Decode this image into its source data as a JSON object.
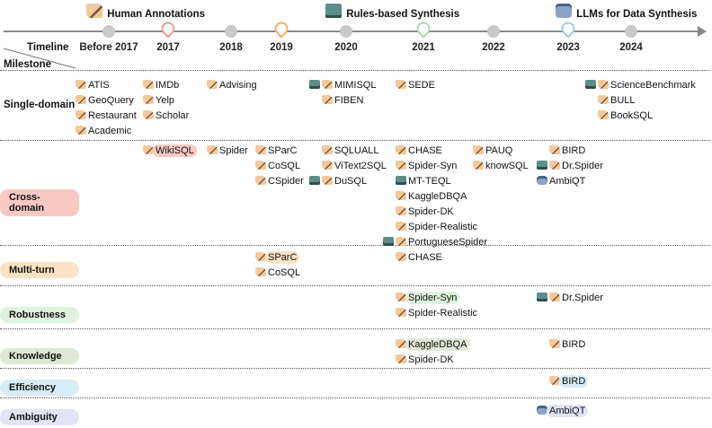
{
  "legend": {
    "human": "Human Annotations",
    "rules": "Rules-based Synthesis",
    "llm": "LLMs for Data Synthesis"
  },
  "header": {
    "timeline": "Timeline",
    "milestone": "Milestone"
  },
  "years": [
    "Before 2017",
    "2017",
    "2018",
    "2019",
    "2020",
    "2021",
    "2022",
    "2023",
    "2024"
  ],
  "rows": [
    "Single-domain",
    "Cross-domain",
    "Multi-turn",
    "Robustness",
    "Knowledge",
    "Efficiency",
    "Ambiguity"
  ],
  "entries": [
    {
      "t": "ATIS",
      "i": "hand"
    },
    {
      "t": "GeoQuery",
      "i": "hand"
    },
    {
      "t": "Restaurant",
      "i": "hand"
    },
    {
      "t": "Academic",
      "i": "hand"
    },
    {
      "t": "IMDb",
      "i": "hand"
    },
    {
      "t": "Yelp",
      "i": "hand"
    },
    {
      "t": "Scholar",
      "i": "hand"
    },
    {
      "t": "Advising",
      "i": "hand"
    },
    {
      "t": "MIMISQL",
      "i": "pc+hand"
    },
    {
      "t": "FIBEN",
      "i": "hand"
    },
    {
      "t": "SEDE",
      "i": "hand"
    },
    {
      "t": "ScienceBenchmark",
      "i": "pc+hand"
    },
    {
      "t": "BULL",
      "i": "hand"
    },
    {
      "t": "BookSQL",
      "i": "hand"
    },
    {
      "t": "WikiSQL",
      "i": "hand",
      "h": "#f8c9c3"
    },
    {
      "t": "Spider",
      "i": "hand"
    },
    {
      "t": "SParC",
      "i": "hand"
    },
    {
      "t": "CoSQL",
      "i": "hand"
    },
    {
      "t": "CSpider",
      "i": "hand"
    },
    {
      "t": "SQLUALL",
      "i": "hand"
    },
    {
      "t": "ViText2SQL",
      "i": "hand"
    },
    {
      "t": "DuSQL",
      "i": "pc+hand"
    },
    {
      "t": "CHASE",
      "i": "hand"
    },
    {
      "t": "Spider-Syn",
      "i": "hand"
    },
    {
      "t": "MT-TEQL",
      "i": "pc"
    },
    {
      "t": "KaggleDBQA",
      "i": "hand"
    },
    {
      "t": "Spider-DK",
      "i": "hand"
    },
    {
      "t": "Spider-Realistic",
      "i": "hand"
    },
    {
      "t": "PortugueseSpider",
      "i": "pc+hand"
    },
    {
      "t": "PAUQ",
      "i": "hand"
    },
    {
      "t": "knowSQL",
      "i": "hand"
    },
    {
      "t": "BIRD",
      "i": "hand"
    },
    {
      "t": "Dr.Spider",
      "i": "pc+hand"
    },
    {
      "t": "AmbiQT",
      "i": "bot"
    },
    {
      "t": "CHASE",
      "i": "hand"
    },
    {
      "t": "SParC",
      "i": "hand",
      "h": "#fde3c5"
    },
    {
      "t": "CoSQL",
      "i": "hand"
    },
    {
      "t": "Spider-Syn",
      "i": "hand",
      "h": "#ddf3dd"
    },
    {
      "t": "Spider-Realistic",
      "i": "hand"
    },
    {
      "t": "Dr.Spider",
      "i": "pc+hand"
    },
    {
      "t": "KaggleDBQA",
      "i": "hand",
      "h": "#dfe8d6"
    },
    {
      "t": "Spider-DK",
      "i": "hand"
    },
    {
      "t": "BIRD",
      "i": "hand"
    },
    {
      "t": "BIRD",
      "i": "hand",
      "h": "#d5eef8"
    },
    {
      "t": "AmbiQT",
      "i": "bot",
      "h": "#e3e3f8"
    }
  ],
  "colors": {
    "pill_cross": "#f8c9c3",
    "pill_multi": "#fde3c5",
    "pill_robust": "#ddf3dd",
    "pill_know": "#dfe8d6",
    "pill_eff": "#d5eef8",
    "pill_amb": "#e3e3f8",
    "pin_2017": "#f49a8f",
    "pin_2019": "#f5b060",
    "pin_2021": "#a8dca8",
    "pin_2023": "#9ccbe8"
  }
}
